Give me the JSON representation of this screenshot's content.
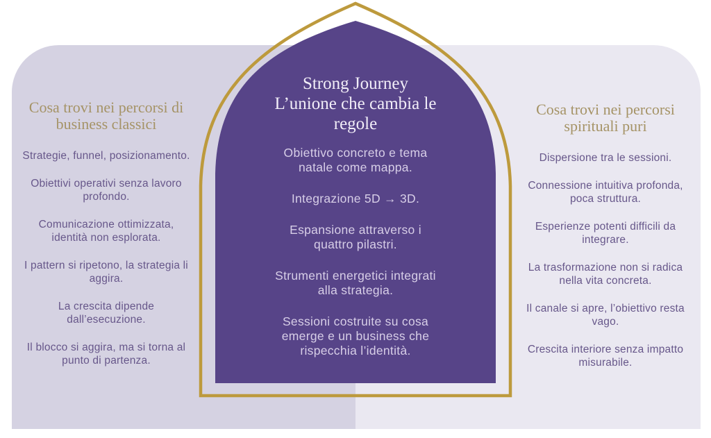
{
  "colors": {
    "page_background": "#ffffff",
    "left_panel_background": "#d5d2e2",
    "right_panel_background": "#eae8f1",
    "arch_fill": "#574488",
    "gold_outline": "#bd9a3d",
    "header_text": "#a59366",
    "side_item_text": "#67578a",
    "arch_title_text": "#f2eef8",
    "arch_item_text": "#d7cee7"
  },
  "left_panel": {
    "header": "Cosa trovi nei percorsi di\nbusiness classici",
    "items": [
      "Strategie, funnel, posizionamento.",
      "Obiettivi operativi senza lavoro\nprofondo.",
      "Comunicazione ottimizzata,\nidentità non esplorata.",
      "I pattern si ripetono, la strategia li\naggira.",
      "La crescita dipende\ndall’esecuzione.",
      "Il blocco si aggira, ma si torna al\npunto di partenza."
    ]
  },
  "center_arch": {
    "title": "Strong Journey\nL’unione che cambia le\nregole",
    "items": [
      "Obiettivo concreto e tema\nnatale come mappa.",
      "Integrazione 5D → 3D.",
      "Espansione attraverso i\nquattro pilastri.",
      "Strumenti energetici integrati\nalla strategia.",
      "Sessioni costruite su cosa\nemerge e un business che\nrispecchia l’identità."
    ]
  },
  "right_panel": {
    "header": "Cosa trovi nei percorsi\nspirituali puri",
    "items": [
      "Dispersione tra le sessioni.",
      "Connessione intuitiva profonda,\npoca struttura.",
      "Esperienze potenti difficili da\nintegrare.",
      "La trasformazione non si radica\nnella vita concreta.",
      "Il canale si apre, l’obiettivo resta\nvago.",
      "Crescita interiore senza impatto\nmisurabile."
    ]
  }
}
